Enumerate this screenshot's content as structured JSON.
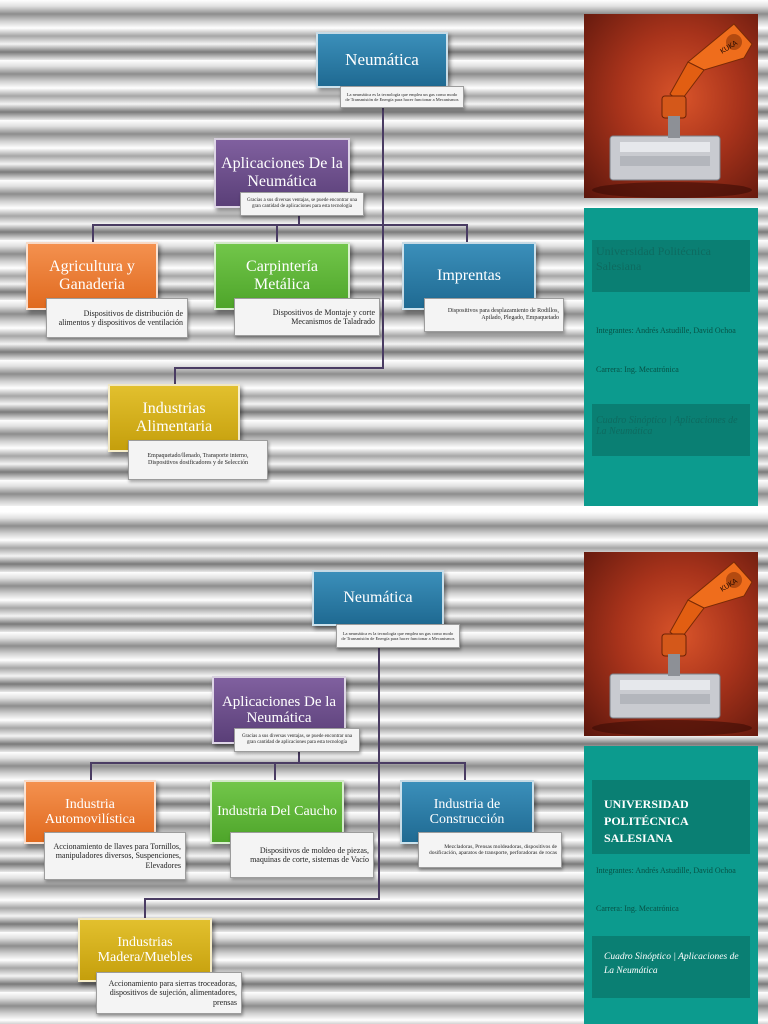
{
  "slide1": {
    "root": {
      "label": "Neumática",
      "note": "La neumática es la tecnología que emplea un gas como modo de Transmisión de Energía para hacer funcionar a Mecanismos"
    },
    "sub": {
      "label": "Aplicaciones De la Neumática",
      "note": "Gracias a sus diversas ventajas, se puede encontrar una gran cantidad de aplicaciones para esta tecnología"
    },
    "items": [
      {
        "label": "Agricultura y Ganaderia",
        "note": "Dispositivos de distribución de alimentos y dispositivos de ventilación"
      },
      {
        "label": "Carpintería Metálica",
        "note": "Dispositivos de Montaje y corte Mecanismos de Taladrado"
      },
      {
        "label": "Imprentas",
        "note": "Dispositivos para desplazamiento de Rodillos, Apilado, Plegado, Empaquetado"
      },
      {
        "label": "Industrias Alimentaria",
        "note": "Empaquetado/llenado, Transporte interno, Dispositivos dosificadores y de Selección"
      }
    ],
    "panel": {
      "university": "Universidad Politécnica Salesiana",
      "members": "Integrantes: Andrés Astudille, David Ochoa",
      "career": "Carrera: Ing. Mecatrónica",
      "subject": "Cuadro Sinóptico | Aplicaciones de La Neumática"
    }
  },
  "slide2": {
    "root": {
      "label": "Neumática",
      "note": "La neumática es la tecnología que emplea un gas como modo de Transmisión de Energía para hacer funcionar a Mecanismos"
    },
    "sub": {
      "label": "Aplicaciones De la Neumática",
      "note": "Gracias a sus diversas ventajas, se puede encontrar una gran cantidad de aplicaciones para esta tecnología"
    },
    "items": [
      {
        "label": "Industria Automovilística",
        "note": "Accionamiento de llaves para Tornillos, manipuladores diversos, Suspenciones, Elevadores"
      },
      {
        "label": "Industria Del Caucho",
        "note": "Dispositivos de moldeo de piezas, maquinas de corte, sistemas de Vacío"
      },
      {
        "label": "Industria de Construcción",
        "note": "Mezcladoras, Prensas moldeadoras, dispositivos de dosificación, aparatos de transporte, perforadoras de rocas"
      },
      {
        "label": "Industrias Madera/Muebles",
        "note": "Accionamiento para sierras troceadoras, dispositivos de sujeción, alimentadores, prensas"
      }
    ],
    "panel": {
      "university": "UNIVERSIDAD POLITÉCNICA SALESIANA",
      "members": "Integrantes: Andrés Astudille, David Ochoa",
      "career": "Carrera: Ing. Mecatrónica",
      "subject": "Cuadro Sinóptico | Aplicaciones de La Neumática"
    }
  },
  "photo": {
    "brand": "KUKA"
  }
}
